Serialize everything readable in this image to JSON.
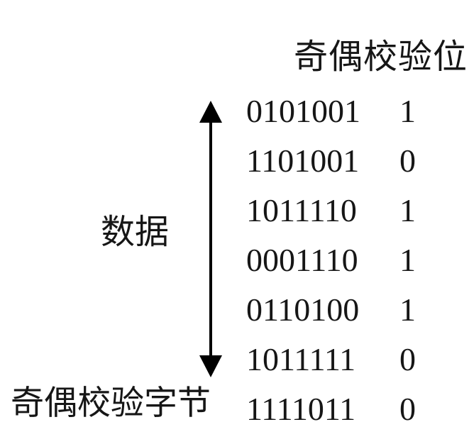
{
  "diagram": {
    "parity_column_header": "奇偶校验位",
    "data_arrow_label": "数据",
    "parity_byte_label": "奇偶校验字节",
    "rows": [
      {
        "bits": "0101001",
        "parity": "1"
      },
      {
        "bits": "1101001",
        "parity": "0"
      },
      {
        "bits": "1011110",
        "parity": "1"
      },
      {
        "bits": "0001110",
        "parity": "1"
      },
      {
        "bits": "0110100",
        "parity": "1"
      },
      {
        "bits": "1011111",
        "parity": "0"
      },
      {
        "bits": "1111011",
        "parity": "0"
      }
    ],
    "colors": {
      "background": "#ffffff",
      "text": "#161616",
      "arrow": "#000000"
    }
  }
}
